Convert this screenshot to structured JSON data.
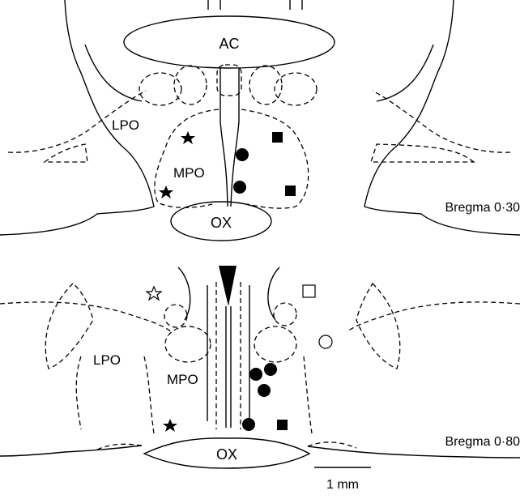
{
  "sections": [
    {
      "bregma_label": "Bregma 0·30",
      "labels": {
        "ac": "AC",
        "lpo": "LPO",
        "mpo": "MPO",
        "ox": "OX"
      }
    },
    {
      "bregma_label": "Bregma 0·80",
      "labels": {
        "lpo": "LPO",
        "mpo": "MPO",
        "ox": "OX"
      }
    }
  ],
  "scale_bar": {
    "label": "1 mm"
  },
  "legend_markers": {
    "filled_star": "filled-star-marker",
    "open_star": "open-star-marker",
    "filled_circle": "filled-circle-marker",
    "open_circle": "open-circle-marker",
    "filled_square": "filled-square-marker",
    "open_square": "open-square-marker"
  }
}
